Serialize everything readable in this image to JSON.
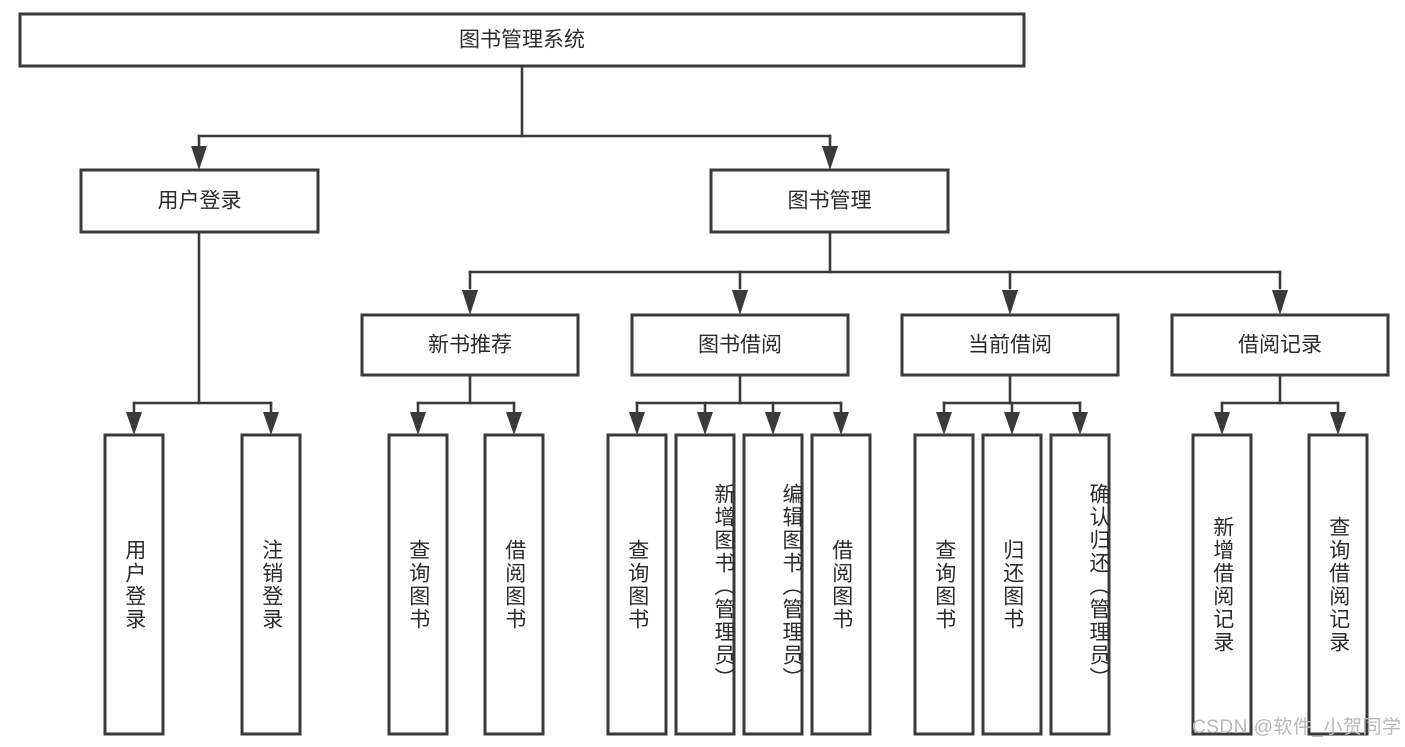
{
  "diagram": {
    "type": "tree-hierarchy",
    "title": "图书管理系统",
    "orientation": "top-down",
    "colors": {
      "node_fill": "#ffffff",
      "node_stroke": "#3a3a3a",
      "connector": "#3a3a3a",
      "text": "#2b2b2b",
      "watermark": "#b8b8b8"
    },
    "root": {
      "label": "图书管理系统",
      "id": "root-system"
    },
    "level2": [
      {
        "id": "user-login",
        "label": "用户登录"
      },
      {
        "id": "book-management",
        "label": "图书管理"
      }
    ],
    "level3": [
      {
        "id": "new-book-recommend",
        "label": "新书推荐",
        "parent": "book-management"
      },
      {
        "id": "book-borrow",
        "label": "图书借阅",
        "parent": "book-management"
      },
      {
        "id": "current-borrow",
        "label": "当前借阅",
        "parent": "book-management"
      },
      {
        "id": "borrow-record",
        "label": "借阅记录",
        "parent": "book-management"
      }
    ],
    "leaves": {
      "user-login": [
        {
          "id": "leaf-user-login",
          "label": "用户登录"
        },
        {
          "id": "leaf-logout-login",
          "label": "注销登录"
        }
      ],
      "new-book-recommend": [
        {
          "id": "leaf-query-book-1",
          "label": "查询图书"
        },
        {
          "id": "leaf-borrow-book-1",
          "label": "借阅图书"
        }
      ],
      "book-borrow": [
        {
          "id": "leaf-query-book-2",
          "label": "查询图书"
        },
        {
          "id": "leaf-add-book",
          "label": "新增图书（管理员）"
        },
        {
          "id": "leaf-edit-book",
          "label": "编辑图书（管理员）"
        },
        {
          "id": "leaf-borrow-book-2",
          "label": "借阅图书"
        }
      ],
      "current-borrow": [
        {
          "id": "leaf-query-book-3",
          "label": "查询图书"
        },
        {
          "id": "leaf-return-book",
          "label": "归还图书"
        },
        {
          "id": "leaf-confirm-return",
          "label": "确认归还（管理员）"
        }
      ],
      "borrow-record": [
        {
          "id": "leaf-add-record",
          "label": "新增借阅记录"
        },
        {
          "id": "leaf-query-record",
          "label": "查询借阅记录"
        }
      ]
    }
  },
  "watermark": {
    "text": "CSDN @软件_小贺同学"
  }
}
